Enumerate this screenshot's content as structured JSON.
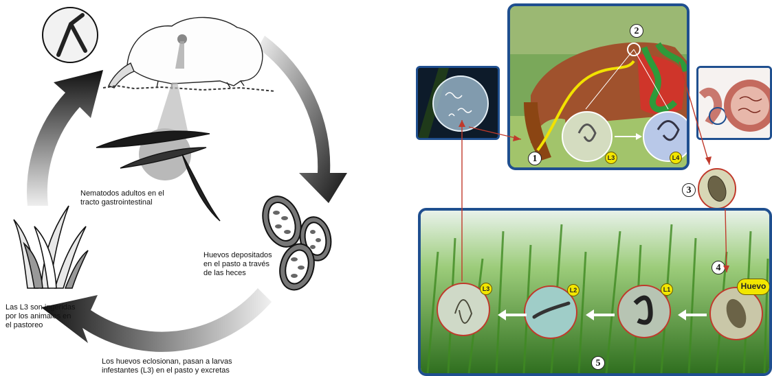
{
  "left_cycle": {
    "labels": {
      "adults": [
        "Nematodos adultos en el",
        "tracto gastrointestinal"
      ],
      "eggs": [
        "Huevos depositados",
        "en el pasto a través",
        "de las heces"
      ],
      "l3": [
        "Las L3 son ingeridas",
        "por los animales en",
        "el pastoreo"
      ],
      "hatch": [
        "Los huevos eclosionan, pasan a larvas",
        "infestantes (L3) en el pasto y excretas"
      ]
    }
  },
  "right_cycle": {
    "steps": {
      "s1": "1",
      "s2": "2",
      "s3": "3",
      "s4": "4",
      "s5": "5"
    },
    "stage_tags": {
      "l3_top": "L3",
      "l4_top": "L4",
      "l3_bottom": "L3",
      "l2_bottom": "L2",
      "l1_bottom": "L1",
      "egg": "Huevo"
    }
  },
  "colors": {
    "panel_border": "#1f4f8f",
    "red_arrow": "#c0392b",
    "tag_yellow": "#f2e600",
    "grass": "#4f9a2c"
  }
}
